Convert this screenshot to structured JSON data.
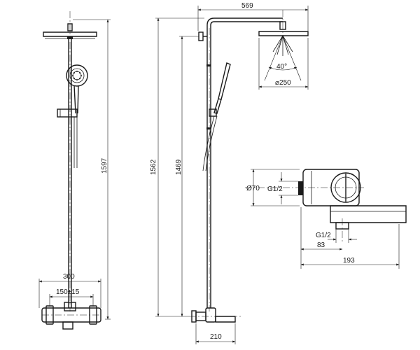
{
  "dimensions": {
    "width_569": "569",
    "spray_angle": "40°",
    "diameter_250": "⌀250",
    "height_1597": "1597",
    "height_1562": "1562",
    "height_1469": "1469",
    "width_300": "300",
    "centers_150": "150±15",
    "width_210": "210",
    "diameter_70": "Ø70",
    "thread_top": "G1/2",
    "thread_bottom": "G1/2",
    "offset_83": "83",
    "length_193": "193"
  }
}
